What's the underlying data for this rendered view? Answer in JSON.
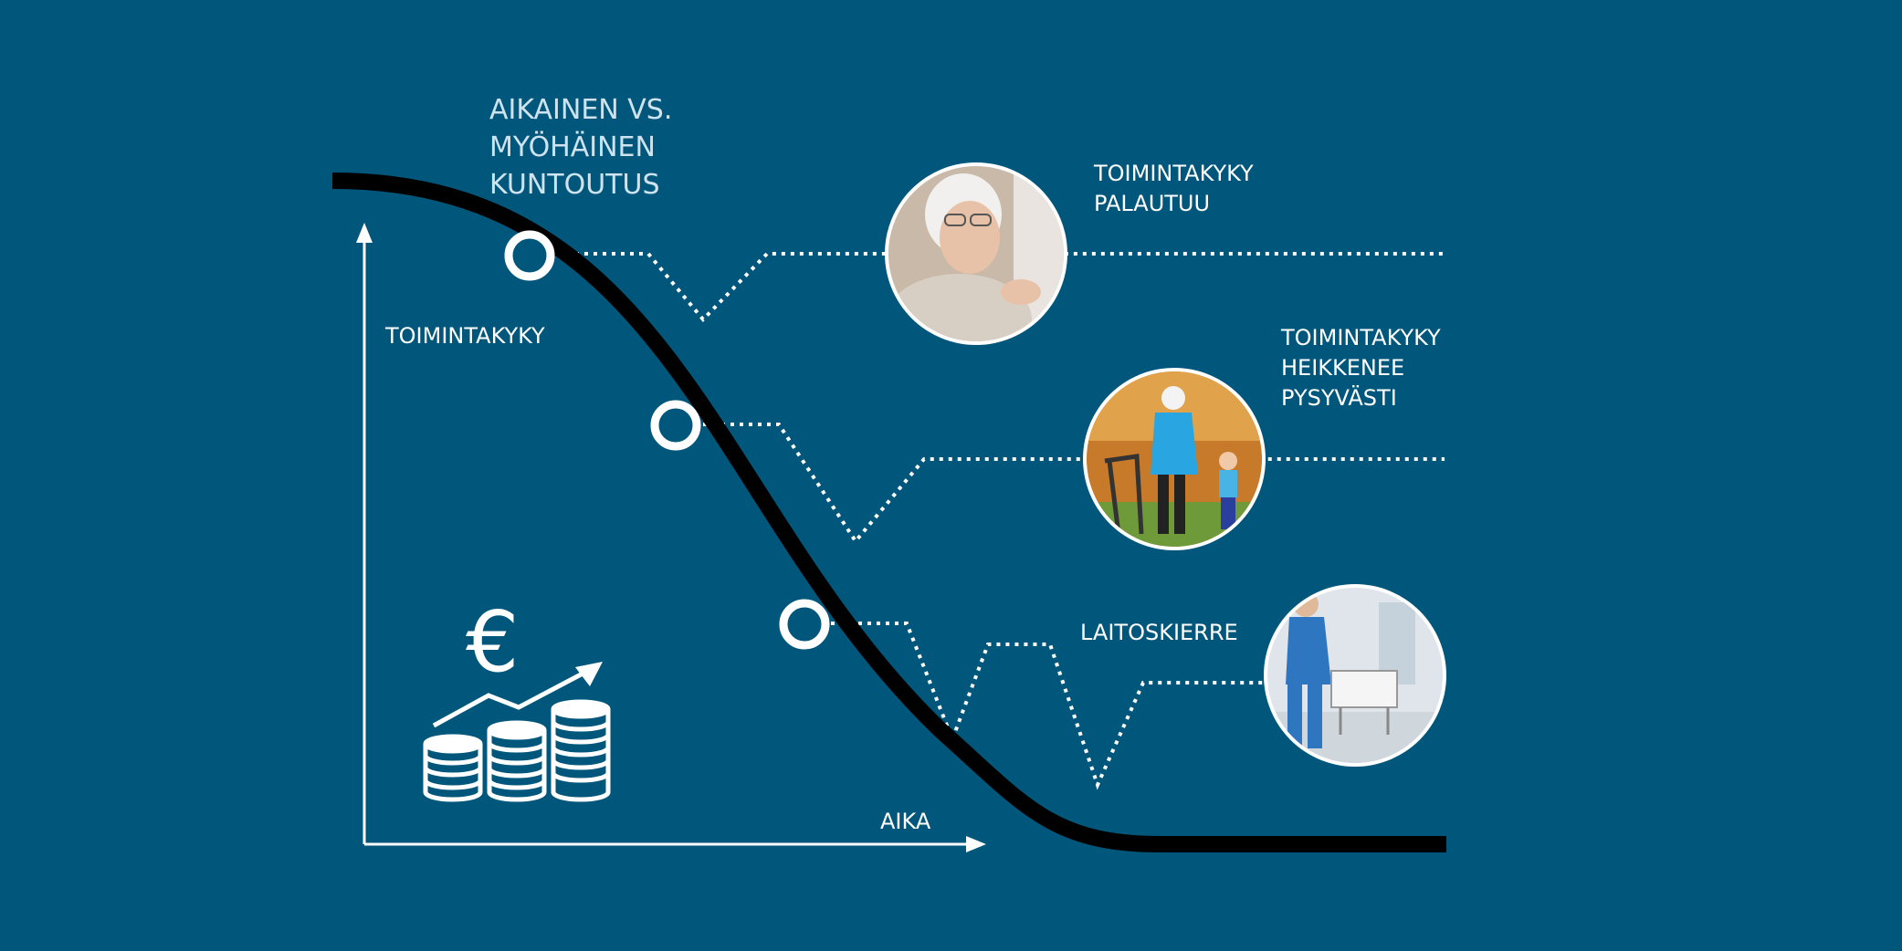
{
  "colors": {
    "background": "#01577b",
    "curve": "#000000",
    "lines": "#ffffff",
    "title_text": "#cfe3ee",
    "photo_1": "#c9b9a8",
    "photo_2": "#c77a2a",
    "photo_3": "#dfe5ea"
  },
  "title": {
    "line1": "AIKAINEN VS.",
    "line2": "MYÖHÄINEN",
    "line3": "KUNTOUTUS"
  },
  "axes": {
    "y_label": "TOIMINTAKYKY",
    "x_label": "AIKA"
  },
  "outcomes": [
    {
      "line1": "TOIMINTAKYKY",
      "line2": "PALAUTUU",
      "line3": ""
    },
    {
      "line1": "TOIMINTAKYKY",
      "line2": "HEIKKENEE",
      "line3": "PYSYVÄSTI"
    },
    {
      "line1": "LAITOSKIERRE",
      "line2": "",
      "line3": ""
    }
  ],
  "cost_icon": {
    "symbol": "€",
    "name": "euro-coins-rising-cost-icon"
  },
  "icons": [
    "euro-icon",
    "coin-stack-icon",
    "trend-arrow-icon",
    "elderly-woman-photo",
    "woman-with-walker-photo",
    "hospital-corridor-photo"
  ]
}
